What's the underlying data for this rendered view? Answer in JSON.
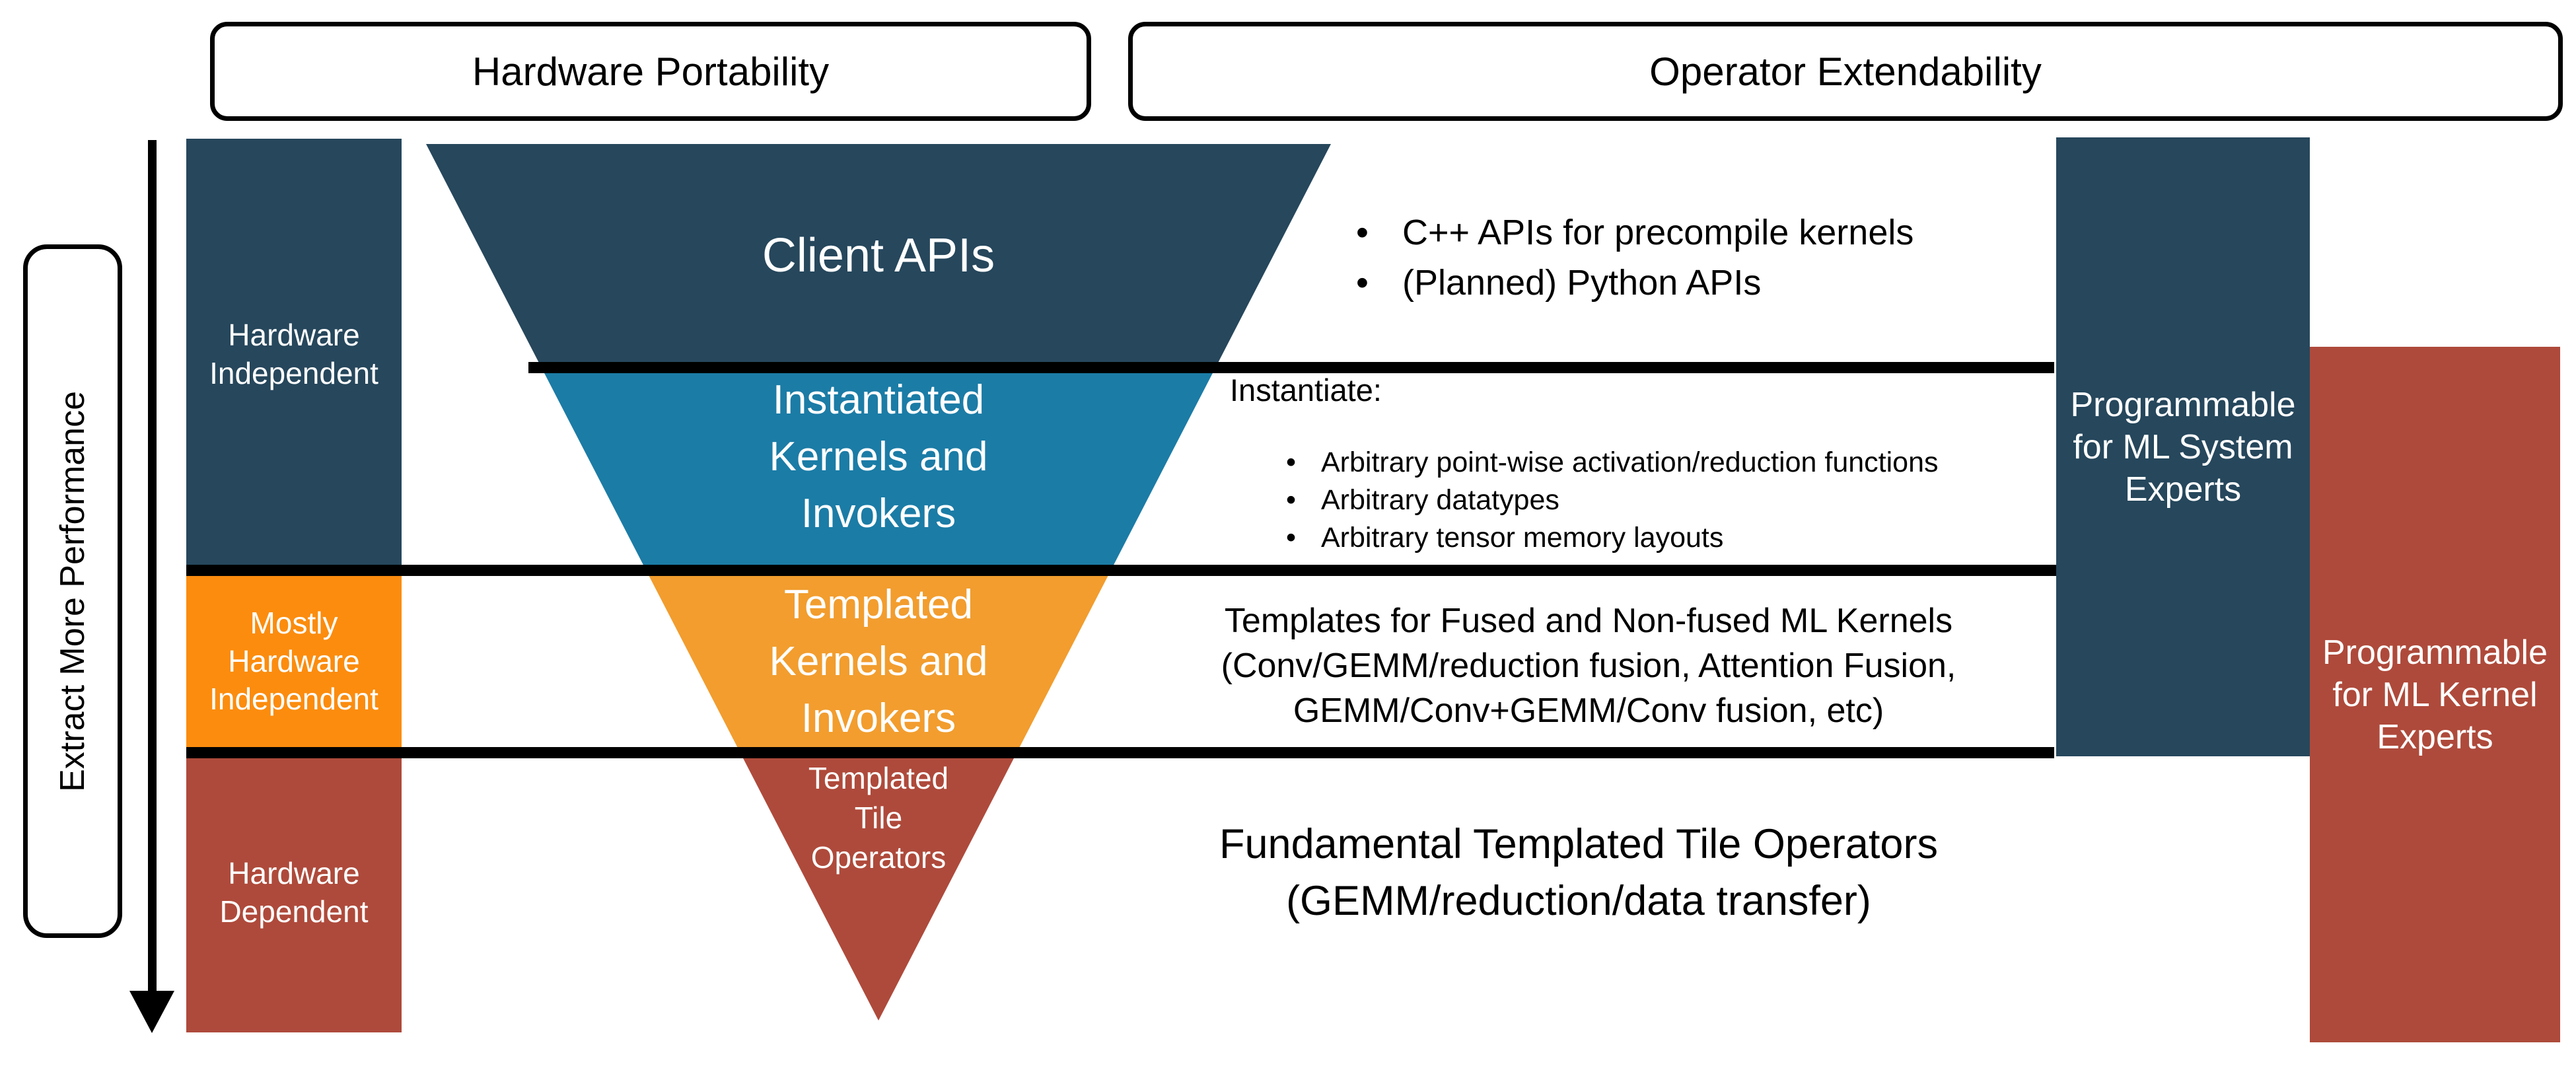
{
  "colors": {
    "dark_blue": "#26475C",
    "teal": "#1B7CA6",
    "funnel_orange": "#F29D2E",
    "left_orange": "#FB8C0E",
    "brick_red": "#AE4A3B",
    "line_black": "#000000",
    "text_white": "#FFFFFF"
  },
  "top_labels": {
    "hardware_portability": "Hardware Portability",
    "operator_extendability": "Operator Extendability"
  },
  "left_axis": {
    "label": "Extract More Performance"
  },
  "left_column": [
    {
      "id": "hardware-independent",
      "label": "Hardware\nIndependent"
    },
    {
      "id": "mostly-hardware-independent",
      "label": "Mostly\nHardware\nIndependent"
    },
    {
      "id": "hardware-dependent",
      "label": "Hardware\nDependent"
    }
  ],
  "funnel": [
    {
      "id": "client-apis",
      "label": "Client APIs"
    },
    {
      "id": "instantiated-kernels",
      "label": "Instantiated\nKernels and\nInvokers"
    },
    {
      "id": "templated-kernels",
      "label": "Templated\nKernels and\nInvokers"
    },
    {
      "id": "templated-tile-operators",
      "label": "Templated\nTile\nOperators"
    }
  ],
  "annotations": {
    "client_api_bullets": [
      "C++ APIs for precompile kernels",
      "(Planned) Python APIs"
    ],
    "instantiate_heading": "Instantiate:",
    "instantiate_bullets": [
      "Arbitrary point-wise activation/reduction functions",
      "Arbitrary datatypes",
      "Arbitrary tensor memory layouts"
    ],
    "templates_text": "Templates for Fused and Non-fused ML Kernels\n(Conv/GEMM/reduction fusion, Attention Fusion,\nGEMM/Conv+GEMM/Conv fusion, etc)",
    "fundamental_text": "Fundamental Templated Tile Operators\n(GEMM/reduction/data transfer)"
  },
  "right_column": [
    {
      "id": "ml-system-experts",
      "label": "Programmable\nfor ML System\nExperts"
    },
    {
      "id": "ml-kernel-experts",
      "label": "Programmable\nfor ML Kernel\nExperts"
    }
  ]
}
